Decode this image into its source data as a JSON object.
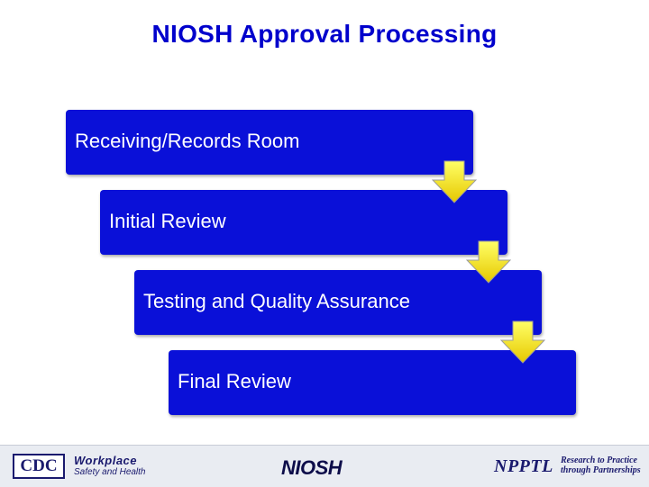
{
  "title": "NIOSH Approval Processing",
  "steps": [
    {
      "label": "Receiving/Records Room"
    },
    {
      "label": "Initial Review"
    },
    {
      "label": "Testing and Quality Assurance"
    },
    {
      "label": "Final Review"
    }
  ],
  "footer": {
    "cdc_logo": "CDC",
    "workplace_line1": "Workplace",
    "workplace_line2": "Safety and Health",
    "niosh_logo": "NIOSH",
    "npptl_logo": "NPPTL",
    "npptl_tagline_line1": "Research to Practice",
    "npptl_tagline_line2": "through Partnerships"
  },
  "colors": {
    "title": "#0000cc",
    "step_fill": "#0a10d8",
    "step_text": "#ffffff",
    "arrow_fill": "#f4e21a"
  }
}
